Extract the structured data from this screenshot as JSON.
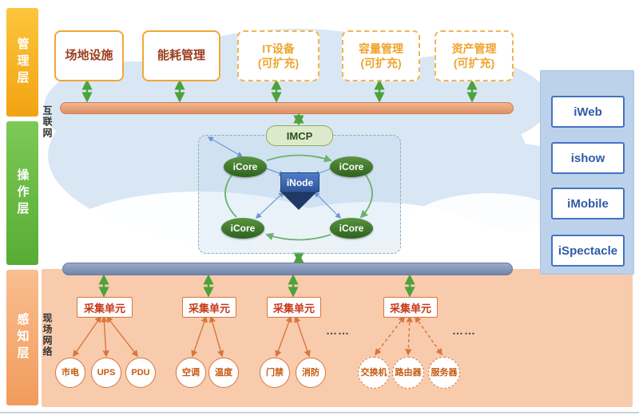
{
  "layer_bars": {
    "management": "管理层",
    "operation": "操作层",
    "perception": "感知层"
  },
  "network_labels": {
    "internet": "互联网",
    "field": "现场网络"
  },
  "top_boxes": [
    {
      "label": "场地设施"
    },
    {
      "label": "能耗管理"
    },
    {
      "label": "IT设备",
      "sub": "(可扩充)"
    },
    {
      "label": "容量管理",
      "sub": "(可扩充)"
    },
    {
      "label": "资产管理",
      "sub": "(可扩充)"
    }
  ],
  "core": {
    "imcp": "IMCP",
    "inode": "iNode",
    "icore_top_left": "iCore",
    "icore_top_right": "iCore",
    "icore_bottom_left": "iCore",
    "icore_bottom_right": "iCore"
  },
  "apps": [
    {
      "label": "iWeb"
    },
    {
      "label": "ishow"
    },
    {
      "label": "iMobile"
    },
    {
      "label": "iSpectacle"
    }
  ],
  "collection": {
    "groups": [
      {
        "unit_label": "采集单元",
        "devices": [
          {
            "label": "市电"
          },
          {
            "label": "UPS"
          },
          {
            "label": "PDU"
          }
        ]
      },
      {
        "unit_label": "采集单元",
        "devices": [
          {
            "label": "空调"
          },
          {
            "label": "温度"
          }
        ]
      },
      {
        "unit_label": "采集单元",
        "devices": [
          {
            "label": "门禁"
          },
          {
            "label": "消防"
          }
        ]
      },
      {
        "unit_label": "采集单元",
        "devices": [
          {
            "label": "交换机"
          },
          {
            "label": "路由器"
          },
          {
            "label": "服务器"
          }
        ]
      }
    ],
    "ellipsis_left": "……",
    "ellipsis_right": "……"
  },
  "colors": {
    "management_bar": "#F6AC1F",
    "operation_bar": "#6CBE45",
    "perception_bar": "#F4A66C",
    "top_bus": "#E39A6F",
    "bottom_bus": "#8293B7",
    "icore_green": "#3D7330",
    "inode_blue": "#2F5597",
    "imcp_fill": "#DCE9CB",
    "accent_orange": "#D9763B",
    "app_border_blue": "#4472C4",
    "app_panel_blue": "#BCD2EB",
    "field_panel": "#F8CBAD",
    "arrow_green": "#4CA23C"
  }
}
